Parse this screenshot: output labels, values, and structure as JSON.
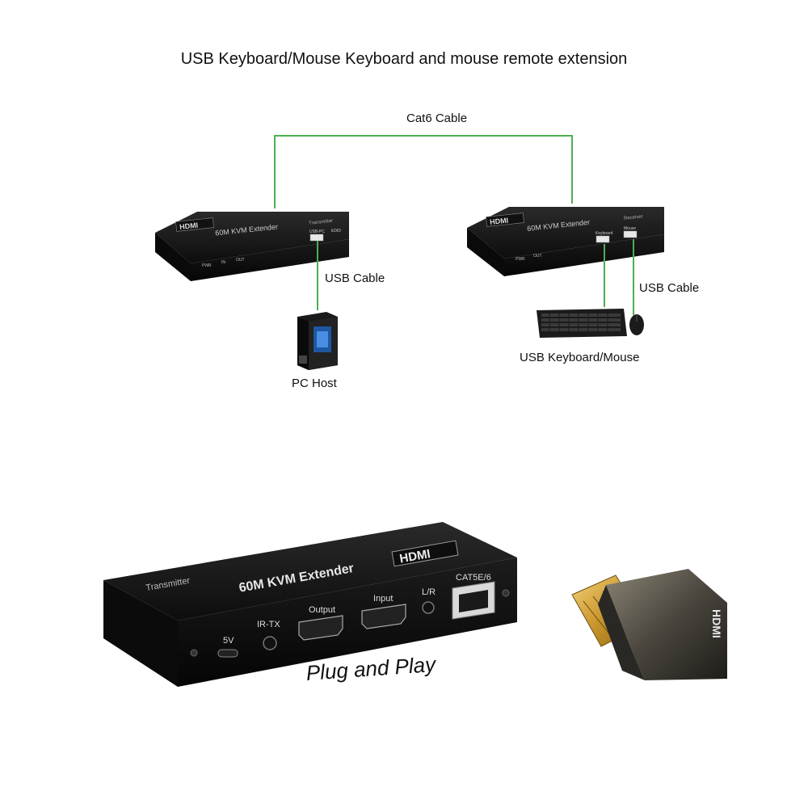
{
  "title": "USB Keyboard/Mouse Keyboard and mouse remote extension",
  "labels": {
    "cat6_cable": "Cat6 Cable",
    "usb_cable_left": "USB Cable",
    "usb_cable_right": "USB Cable",
    "pc_host": "PC Host",
    "usb_keyboard_mouse": "USB Keyboard/Mouse",
    "plug_and_play": "Plug and Play"
  },
  "transmitter_small": {
    "brand": "HDMI",
    "model": "60M KVM Extender",
    "role": "Transmitter",
    "ports": {
      "usb_pc": "USB-PC",
      "edid": "EDID",
      "pwr": "PWR",
      "in": "IN",
      "out": "OUT"
    }
  },
  "receiver_small": {
    "brand": "HDMI",
    "model": "60M KVM Extender",
    "role": "Receiver",
    "ports": {
      "keyboard": "Keyboard",
      "mouse": "Mouse",
      "pwr": "PWR",
      "out": "OUT"
    }
  },
  "transmitter_large": {
    "brand": "HDMI",
    "model": "60M KVM Extender",
    "role": "Transmitter",
    "ports": {
      "v5": "5V",
      "ir_tx": "IR-TX",
      "output": "Output",
      "input": "Input",
      "lr": "L/R",
      "cat": "CAT5E/6"
    }
  },
  "hdmi_plug": {
    "brand": "HDMI"
  },
  "colors": {
    "cable_green": "#4caf50",
    "device_black": "#1a1a1a",
    "gold": "#d4a63a"
  }
}
